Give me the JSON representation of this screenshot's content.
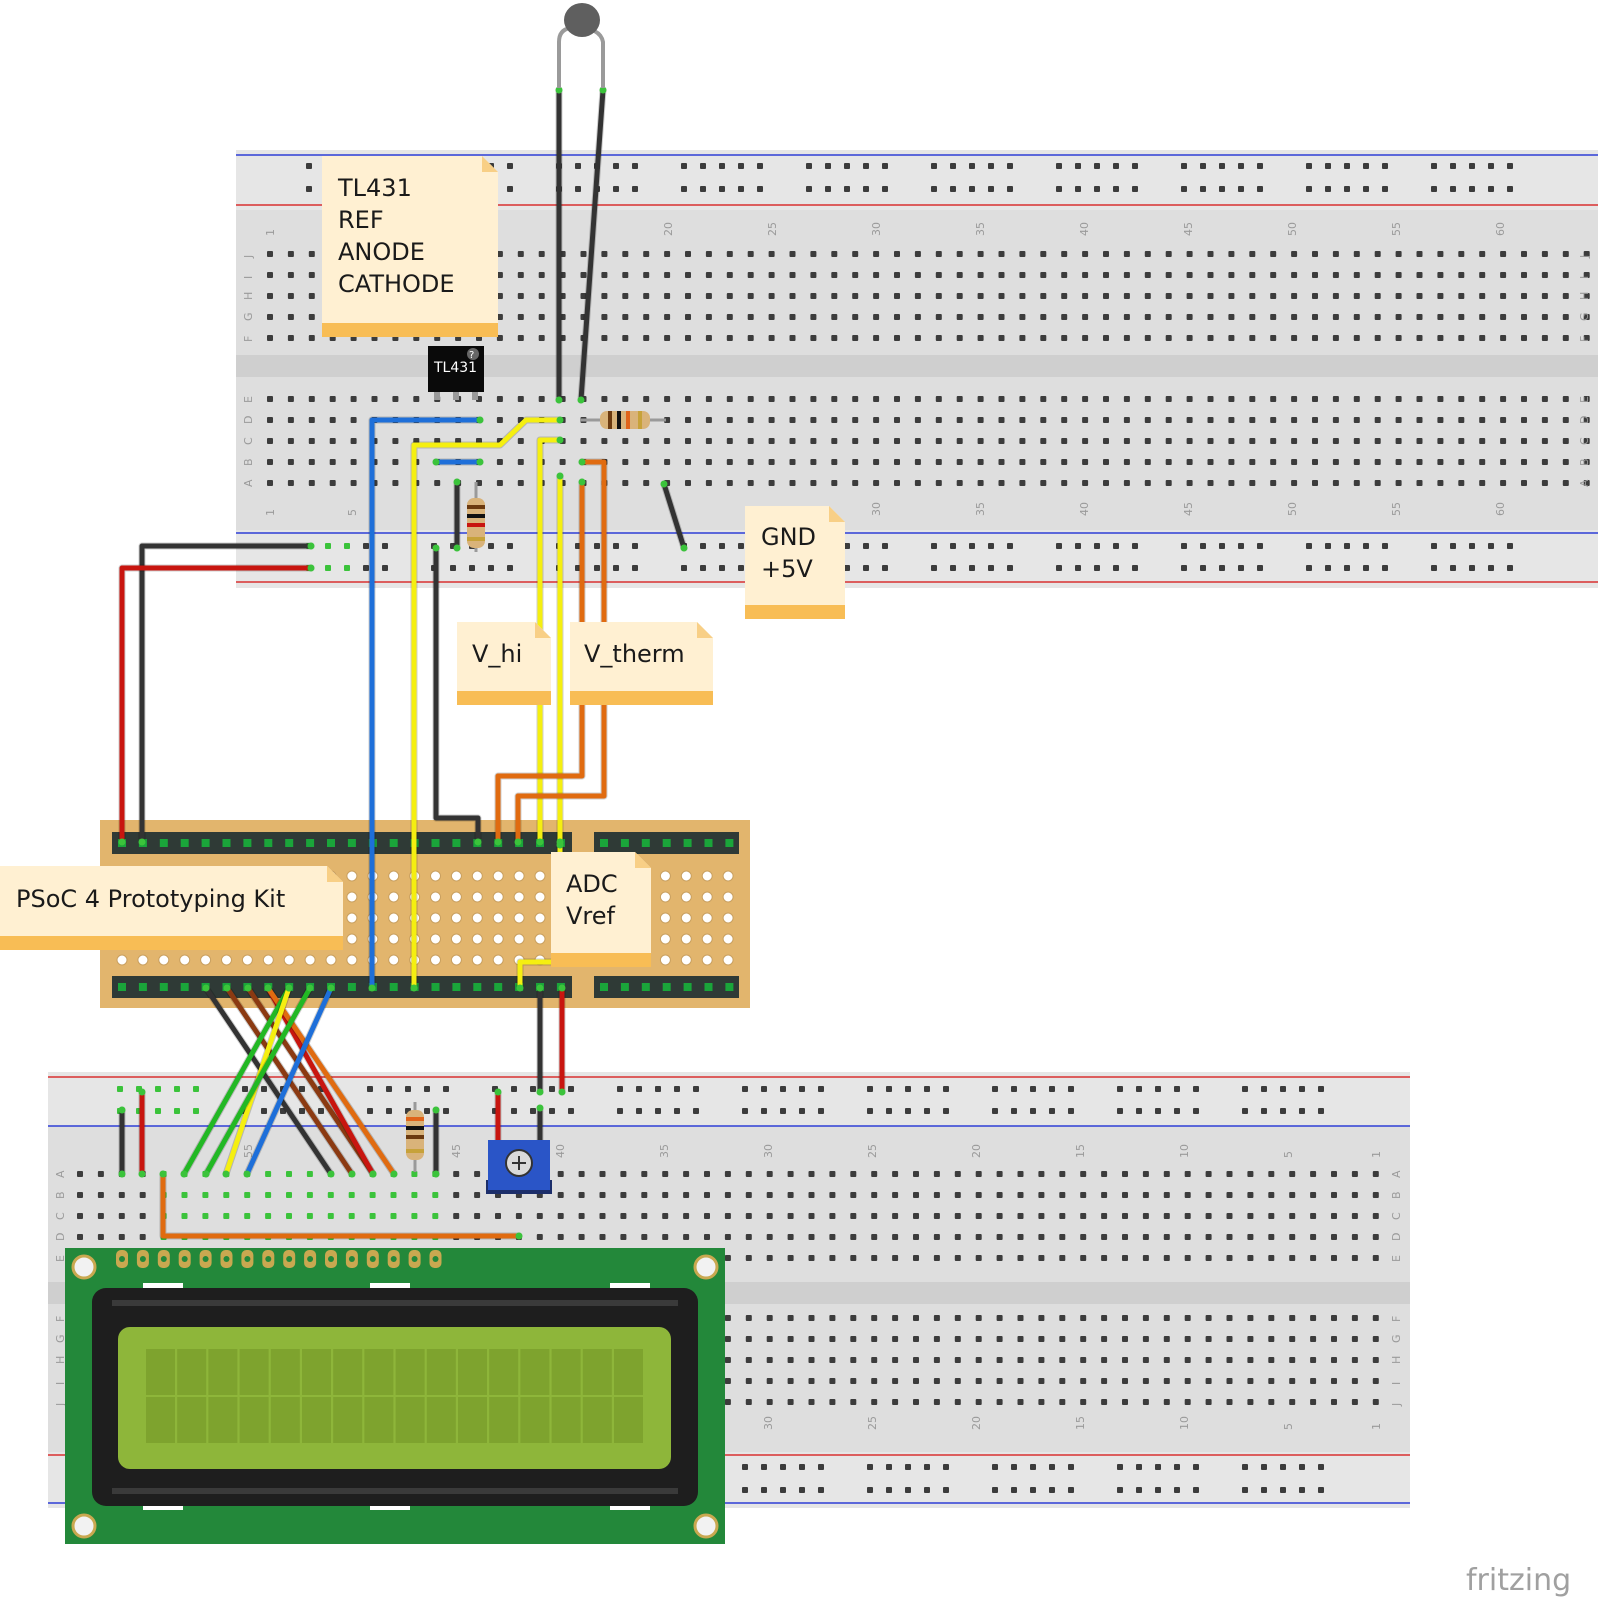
{
  "watermark": "fritzing",
  "notes": {
    "tl431": [
      "TL431",
      "REF",
      "ANODE",
      "CATHODE"
    ],
    "gnd": [
      "GND",
      "+5V"
    ],
    "vhi": [
      "V_hi"
    ],
    "vtherm": [
      "V_therm"
    ],
    "psoc": [
      "PSoC 4 Prototyping Kit"
    ],
    "adc": [
      "ADC",
      "Vref"
    ]
  },
  "chip_label": "TL431",
  "chip_badge": "?",
  "breadboard_top": {
    "column_numbers": [
      "1",
      "20",
      "25",
      "30",
      "35",
      "40",
      "45",
      "50",
      "55",
      "60"
    ],
    "lower_numbers": [
      "1",
      "5",
      "30",
      "35",
      "40",
      "45",
      "50",
      "55",
      "60"
    ],
    "row_letters_upper": [
      "J",
      "I",
      "H",
      "G",
      "F"
    ],
    "row_letters_lower": [
      "E",
      "D",
      "C",
      "B",
      "A"
    ]
  },
  "breadboard_bottom": {
    "column_numbers": [
      "55",
      "45",
      "40",
      "35",
      "30",
      "25",
      "20",
      "15",
      "10",
      "5",
      "1"
    ],
    "lower_numbers": [
      "30",
      "25",
      "20",
      "15",
      "10",
      "5",
      "1"
    ],
    "row_letters_upper": [
      "A",
      "B",
      "C",
      "D",
      "E"
    ],
    "row_letters_lower": [
      "F",
      "G",
      "H",
      "I",
      "J"
    ]
  },
  "colors": {
    "red": "#c8150f",
    "black": "#333333",
    "blue": "#1e6fd9",
    "yellow": "#f5ef10",
    "orange": "#e06b10",
    "green": "#22b824",
    "brown": "#8b3a12",
    "note_fill": "#fff0d2",
    "note_bar": "#f8bd55",
    "board": "#e2b56d",
    "lcd_pcb": "#23883a",
    "lcd_screen": "#8eb63a"
  }
}
